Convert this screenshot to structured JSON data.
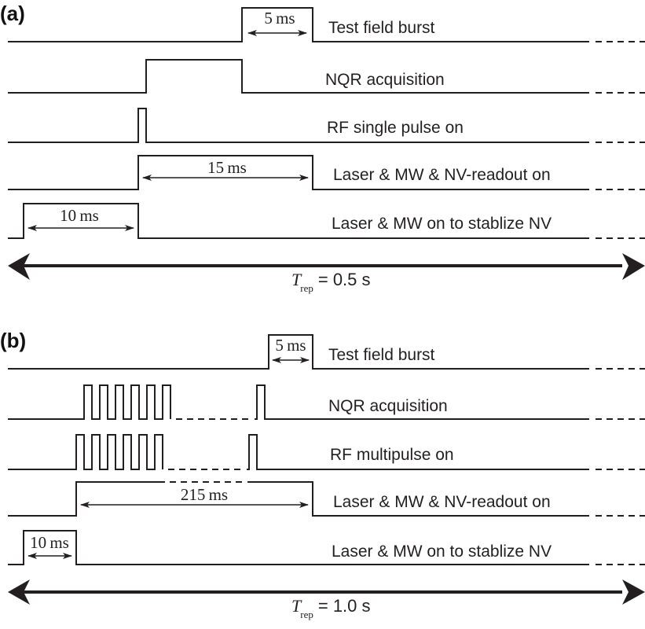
{
  "figure": {
    "panels": [
      {
        "tag": "(a)",
        "rows": [
          {
            "label": "Test field burst",
            "duration": "5 ms"
          },
          {
            "label": "NQR acquisition"
          },
          {
            "label": "RF single pulse on"
          },
          {
            "label": "Laser & MW & NV-readout on",
            "duration": "15 ms"
          },
          {
            "label": "Laser & MW on to stablize NV",
            "duration": "10 ms"
          }
        ],
        "trep": {
          "symbol": "T",
          "subscript": "rep",
          "value": "= 0.5 s"
        }
      },
      {
        "tag": "(b)",
        "rows": [
          {
            "label": "Test field burst",
            "duration": "5 ms"
          },
          {
            "label": "NQR acquisition"
          },
          {
            "label": "RF multipulse on"
          },
          {
            "label": "Laser & MW & NV-readout on",
            "duration": "215 ms"
          },
          {
            "label": "Laser & MW on to stablize NV",
            "duration": "10 ms"
          }
        ],
        "trep": {
          "symbol": "T",
          "subscript": "rep",
          "value": "= 1.0 s"
        }
      }
    ]
  },
  "chart_data": [
    {
      "type": "timing-diagram",
      "title": "(a)",
      "period": "T_rep = 0.5 s",
      "signals": [
        {
          "name": "Test field burst",
          "pulses": [
            {
              "duration_ms": 5
            }
          ]
        },
        {
          "name": "NQR acquisition",
          "pulses": [
            {
              "note": "single acquisition window ending at test field burst start"
            }
          ]
        },
        {
          "name": "RF single pulse on",
          "pulses": [
            {
              "note": "single short pulse"
            }
          ]
        },
        {
          "name": "Laser & MW & NV-readout on",
          "pulses": [
            {
              "duration_ms": 15
            }
          ]
        },
        {
          "name": "Laser & MW on to stablize NV",
          "pulses": [
            {
              "duration_ms": 10
            }
          ]
        }
      ]
    },
    {
      "type": "timing-diagram",
      "title": "(b)",
      "period": "T_rep = 1.0 s",
      "signals": [
        {
          "name": "Test field burst",
          "pulses": [
            {
              "duration_ms": 5
            }
          ]
        },
        {
          "name": "NQR acquisition",
          "pulses": [
            {
              "note": "pulse train (6 shown) ... final pulse"
            }
          ]
        },
        {
          "name": "RF multipulse on",
          "pulses": [
            {
              "note": "pulse train (6 shown) ... final pulse"
            }
          ]
        },
        {
          "name": "Laser & MW & NV-readout on",
          "pulses": [
            {
              "duration_ms": 215
            }
          ]
        },
        {
          "name": "Laser & MW on to stablize NV",
          "pulses": [
            {
              "duration_ms": 10
            }
          ]
        }
      ]
    }
  ]
}
